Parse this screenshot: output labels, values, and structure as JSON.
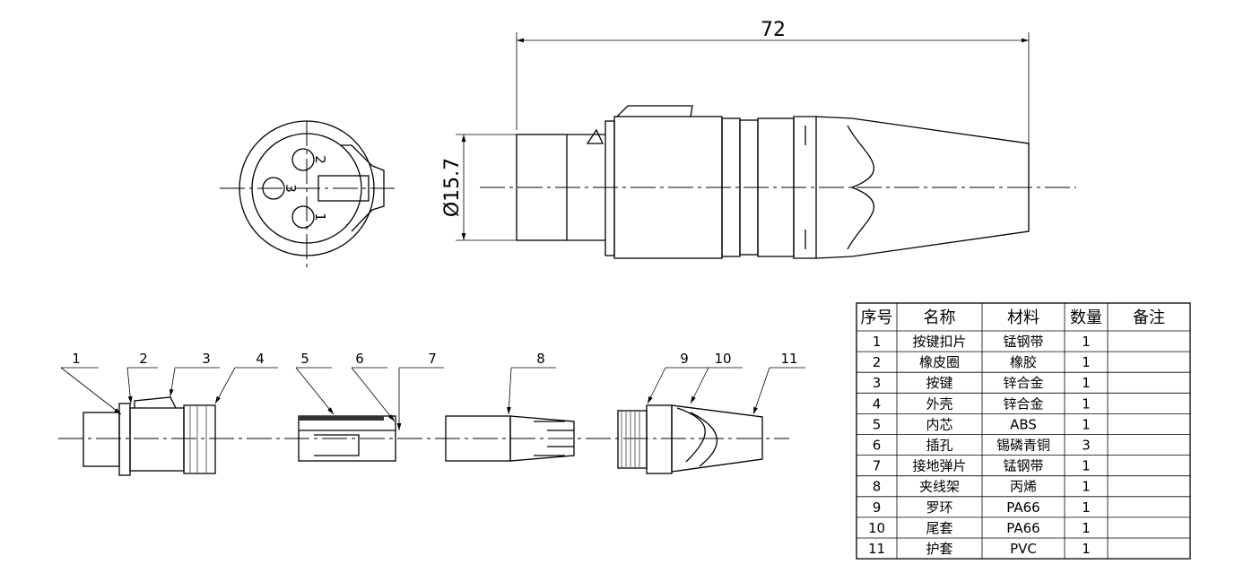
{
  "dimensions": {
    "length": "72",
    "diameter": "Ø15.7"
  },
  "pin_labels": [
    "1",
    "2",
    "3"
  ],
  "callouts": [
    "1",
    "2",
    "3",
    "4",
    "5",
    "6",
    "7",
    "8",
    "9",
    "10",
    "11"
  ],
  "table": {
    "headers": [
      "序号",
      "名称",
      "材料",
      "数量",
      "备注"
    ],
    "rows": [
      [
        "1",
        "按键扣片",
        "锰钢带",
        "1",
        ""
      ],
      [
        "2",
        "橡皮圈",
        "橡胶",
        "1",
        ""
      ],
      [
        "3",
        "按键",
        "锌合金",
        "1",
        ""
      ],
      [
        "4",
        "外壳",
        "锌合金",
        "1",
        ""
      ],
      [
        "5",
        "内芯",
        "ABS",
        "1",
        ""
      ],
      [
        "6",
        "插孔",
        "锡磷青铜",
        "3",
        ""
      ],
      [
        "7",
        "接地弹片",
        "锰钢带",
        "1",
        ""
      ],
      [
        "8",
        "夹线架",
        "丙烯",
        "1",
        ""
      ],
      [
        "9",
        "罗环",
        "PA66",
        "1",
        ""
      ],
      [
        "10",
        "尾套",
        "PA66",
        "1",
        ""
      ],
      [
        "11",
        "护套",
        "PVC",
        "1",
        ""
      ]
    ]
  }
}
